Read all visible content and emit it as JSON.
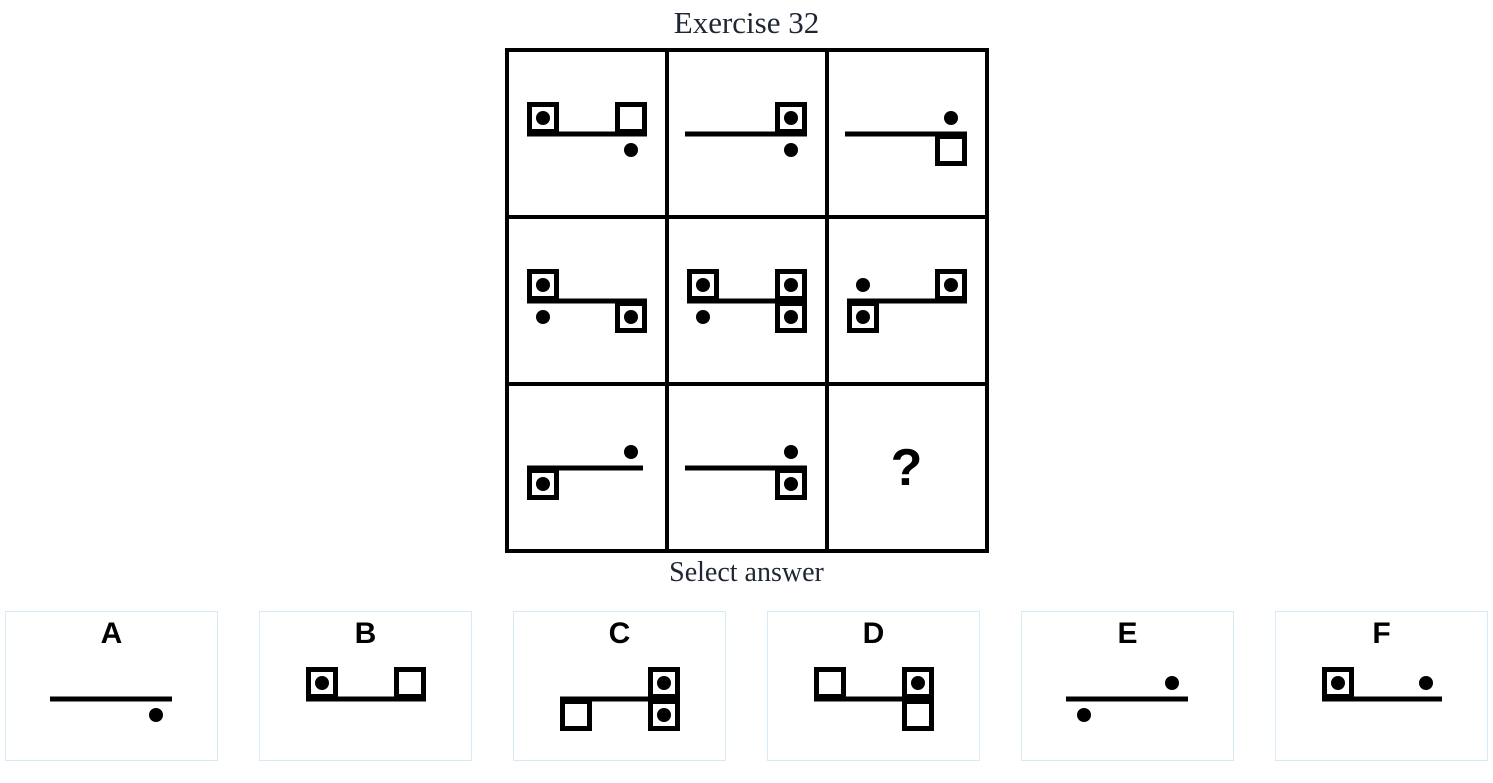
{
  "title": "Exercise 32",
  "select_answer_label": "Select answer",
  "colors": {
    "figure": "#000000",
    "heading_text": "#1f2633",
    "grid_border": "#000000",
    "card_border": "#d9eaf7",
    "background": "#ffffff"
  },
  "grid": {
    "rows": 3,
    "cols": 3,
    "cells": [
      {
        "name": "r1c1",
        "figure": {
          "line": [
            2,
            122
          ],
          "elements": [
            {
              "slot": "lt",
              "type": "square-dot"
            },
            {
              "slot": "rt",
              "type": "square"
            },
            {
              "slot": "rb",
              "type": "dot"
            }
          ]
        }
      },
      {
        "name": "r1c2",
        "figure": {
          "line": [
            0,
            122
          ],
          "elements": [
            {
              "slot": "rt",
              "type": "square-dot"
            },
            {
              "slot": "rb",
              "type": "dot"
            }
          ]
        }
      },
      {
        "name": "r1c3",
        "figure": {
          "line": [
            0,
            122
          ],
          "elements": [
            {
              "slot": "rt",
              "type": "dot"
            },
            {
              "slot": "rb",
              "type": "square"
            }
          ]
        }
      },
      {
        "name": "r2c1",
        "figure": {
          "line": [
            2,
            122
          ],
          "elements": [
            {
              "slot": "lt",
              "type": "square-dot"
            },
            {
              "slot": "lb",
              "type": "dot"
            },
            {
              "slot": "rb",
              "type": "square-dot"
            }
          ]
        }
      },
      {
        "name": "r2c2",
        "figure": {
          "line": [
            2,
            122
          ],
          "elements": [
            {
              "slot": "lt",
              "type": "square-dot"
            },
            {
              "slot": "lb",
              "type": "dot"
            },
            {
              "slot": "rt",
              "type": "square-dot"
            },
            {
              "slot": "rb",
              "type": "square-dot"
            }
          ]
        }
      },
      {
        "name": "r2c3",
        "figure": {
          "line": [
            2,
            122
          ],
          "elements": [
            {
              "slot": "lt",
              "type": "dot"
            },
            {
              "slot": "lb",
              "type": "square-dot"
            },
            {
              "slot": "rt",
              "type": "square-dot"
            }
          ]
        }
      },
      {
        "name": "r3c1",
        "figure": {
          "line": [
            2,
            118
          ],
          "elements": [
            {
              "slot": "lb",
              "type": "square-dot"
            },
            {
              "slot": "rt",
              "type": "dot"
            }
          ]
        }
      },
      {
        "name": "r3c2",
        "figure": {
          "line": [
            0,
            122
          ],
          "elements": [
            {
              "slot": "rt",
              "type": "dot"
            },
            {
              "slot": "rb",
              "type": "square-dot"
            }
          ]
        }
      },
      {
        "name": "r3c3",
        "question_mark": "?"
      }
    ]
  },
  "answers": [
    {
      "label": "A",
      "figure": {
        "line": [
          0,
          122
        ],
        "elements": [
          {
            "slot": "rb",
            "type": "dot"
          }
        ]
      }
    },
    {
      "label": "B",
      "figure": {
        "line": [
          2,
          122
        ],
        "elements": [
          {
            "slot": "lt",
            "type": "square-dot"
          },
          {
            "slot": "rt",
            "type": "square"
          }
        ]
      }
    },
    {
      "label": "C",
      "figure": {
        "line": [
          2,
          122
        ],
        "elements": [
          {
            "slot": "lb",
            "type": "square"
          },
          {
            "slot": "rt",
            "type": "square-dot"
          },
          {
            "slot": "rb",
            "type": "square-dot"
          }
        ]
      }
    },
    {
      "label": "D",
      "figure": {
        "line": [
          2,
          122
        ],
        "elements": [
          {
            "slot": "lt",
            "type": "square"
          },
          {
            "slot": "rt",
            "type": "square-dot"
          },
          {
            "slot": "rb",
            "type": "square"
          }
        ]
      }
    },
    {
      "label": "E",
      "figure": {
        "line": [
          0,
          122
        ],
        "elements": [
          {
            "slot": "lb",
            "type": "dot"
          },
          {
            "slot": "rt",
            "type": "dot"
          }
        ]
      }
    },
    {
      "label": "F",
      "figure": {
        "line": [
          2,
          122
        ],
        "elements": [
          {
            "slot": "lt",
            "type": "square-dot"
          },
          {
            "slot": "rt",
            "type": "dot"
          }
        ]
      }
    }
  ]
}
